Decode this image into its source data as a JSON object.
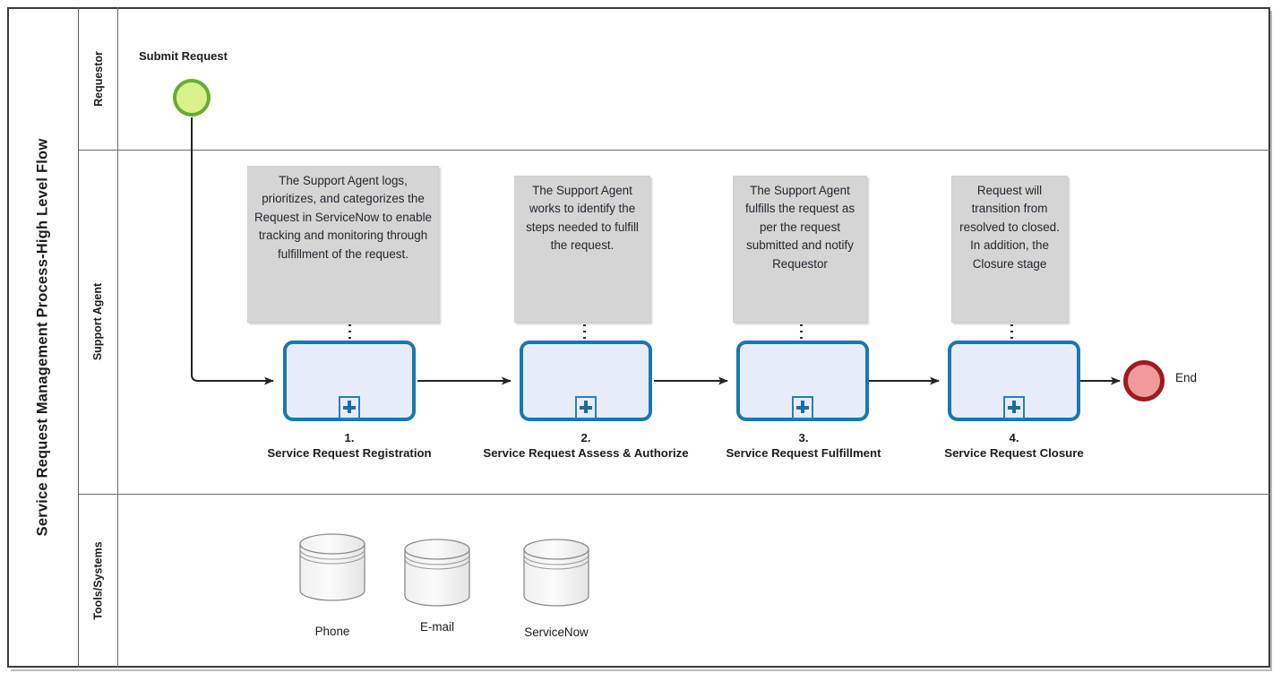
{
  "pool": {
    "title": "Service Request Management Process-High Level Flow"
  },
  "lanes": [
    {
      "id": "requestor",
      "label": "Requestor"
    },
    {
      "id": "support-agent",
      "label": "Support Agent"
    },
    {
      "id": "tools-systems",
      "label": "Tools/Systems"
    }
  ],
  "events": {
    "start": {
      "label": "Submit Request",
      "fill": "#d7f28d",
      "stroke": "#6bab2f"
    },
    "end": {
      "label": "End",
      "fill": "#ef9b9b",
      "stroke": "#9e1b21"
    }
  },
  "notes": [
    {
      "text": "The Support Agent logs, prioritizes, and categorizes the Request in ServiceNow to enable tracking and monitoring through fulfillment of the request."
    },
    {
      "text": "The Support Agent works to identify the steps needed to fulfill the request."
    },
    {
      "text": "The Support Agent fulfills the request as per the request submitted and notify Requestor"
    },
    {
      "text": "Request will transition from resolved to closed. In addition, the Closure stage"
    }
  ],
  "tasks": [
    {
      "number": "1.",
      "name": "Service Request Registration",
      "marker": "plus-collapsed-subprocess"
    },
    {
      "number": "2.",
      "name": "Service Request Assess & Authorize",
      "marker": "plus-collapsed-subprocess"
    },
    {
      "number": "3.",
      "name": "Service Request Fulfillment",
      "marker": "plus-collapsed-subprocess"
    },
    {
      "number": "4.",
      "name": "Service Request Closure",
      "marker": "plus-collapsed-subprocess"
    }
  ],
  "datastores": [
    {
      "label": "Phone"
    },
    {
      "label": "E-mail"
    },
    {
      "label": "ServiceNow"
    }
  ],
  "colors": {
    "task_border": "#1878b0",
    "task_fill": "#e7ecfb",
    "note_fill": "#d5d5d5",
    "pool_border": "#3b3b3b",
    "connector": "#232323"
  }
}
